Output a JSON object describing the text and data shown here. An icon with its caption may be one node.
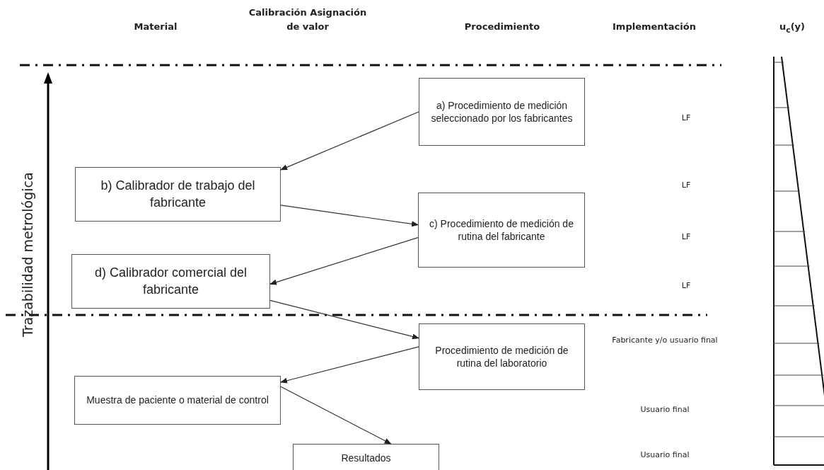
{
  "diagram": {
    "nodes": [
      {
        "text": [
          "a) Procedimiento de medición seleccionado por los fabricantes"
        ]
      },
      {
        "text": [
          "b) Calibrador de trabajo del fabricante"
        ]
      },
      {
        "text": [
          "c) Procedimiento de medición  de rutina del fabricante"
        ]
      },
      {
        "text": [
          "d) Calibrador  comercial del fabricante"
        ]
      },
      {
        "text": [
          "Procedimiento de medición de rutina del laboratorio"
        ]
      },
      {
        "text": [
          "Muestra de paciente o material de control"
        ]
      },
      {
        "text": [
          "Resultados"
        ]
      }
    ],
    "edges": [
      {
        "from": 0,
        "to": 1,
        "arrow": "to"
      },
      {
        "from": 1,
        "to": 2,
        "arrow": "to"
      },
      {
        "from": 2,
        "to": 3,
        "arrow": "to"
      },
      {
        "from": 3,
        "to": 4,
        "arrow": "to"
      },
      {
        "from": 4,
        "to": 5,
        "arrow": "to"
      },
      {
        "from": 5,
        "to": 6,
        "arrow": "to"
      }
    ],
    "labels": [
      "Material",
      "Calibración Asignación de valor",
      "Procedimiento",
      "Implementación",
      "u$_{c}$(y)",
      "Trazabilidad metrológica",
      "LF",
      "LF",
      "LF",
      "LF",
      "Fabricante y/o usuario final",
      "Usuario final",
      "Usuario final"
    ]
  }
}
